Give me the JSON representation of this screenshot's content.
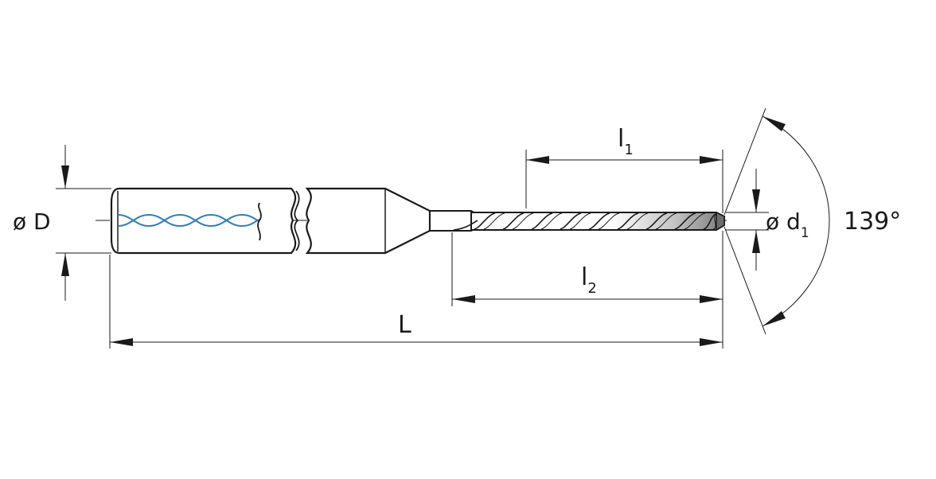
{
  "labels": {
    "shank_diameter": "ø D",
    "tip_diameter_symbol": "ø d",
    "tip_diameter_sub": "1",
    "flute_length_symbol": "l",
    "flute_length_sub": "1",
    "body_length_symbol": "l",
    "body_length_sub": "2",
    "overall_length": "L",
    "point_angle": "139°"
  },
  "colors": {
    "line": "#1a1a1a",
    "coolant_channel": "#2f7fb8",
    "point_shade": "#8c8c8c",
    "background": "#ffffff"
  }
}
